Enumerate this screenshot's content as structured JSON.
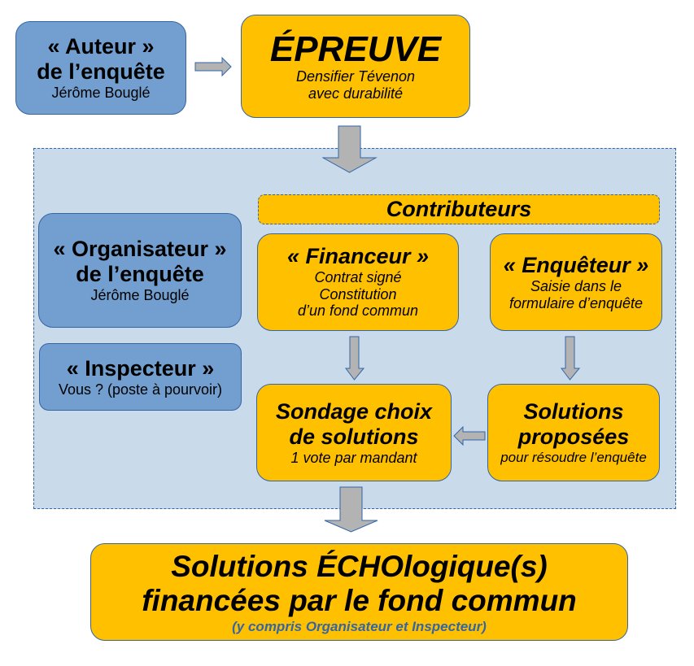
{
  "author": {
    "title": "« Auteur »",
    "line2": "de l’enquête",
    "name": "Jérôme Bouglé"
  },
  "epreuve": {
    "title": "ÉPREUVE",
    "line1": "Densifier Tévenon",
    "line2": "avec durabilité"
  },
  "organisateur": {
    "title": "« Organisateur »",
    "line2": "de l’enquête",
    "name": "Jérôme Bouglé"
  },
  "inspecteur": {
    "title": "« Inspecteur »",
    "sub": "Vous ? (poste à pourvoir)"
  },
  "contributeurs": {
    "title": "Contributeurs"
  },
  "financeur": {
    "title": "« Financeur »",
    "lines": [
      "Contrat signé",
      "Constitution",
      "d’un fond commun"
    ]
  },
  "enqueteur": {
    "title": "« Enquêteur »",
    "lines": [
      "Saisie dans le",
      "formulaire d’enquête"
    ]
  },
  "sondage": {
    "title1": "Sondage choix",
    "title2": "de solutions",
    "sub": "1 vote par mandant"
  },
  "solutions_proposees": {
    "title1": "Solutions",
    "title2": "proposées",
    "sub": "pour résoudre l’enquête"
  },
  "final": {
    "line1": "Solutions ÉCHOlogique(s)",
    "line2": "financées par le fond commun",
    "note": "(y compris Organisateur et Inspecteur)"
  },
  "colors": {
    "gold": "#ffc000",
    "blue": "#729fcf",
    "panel": "#c9daeb",
    "border": "#3465a4",
    "arrow": "#b3b3b3"
  }
}
